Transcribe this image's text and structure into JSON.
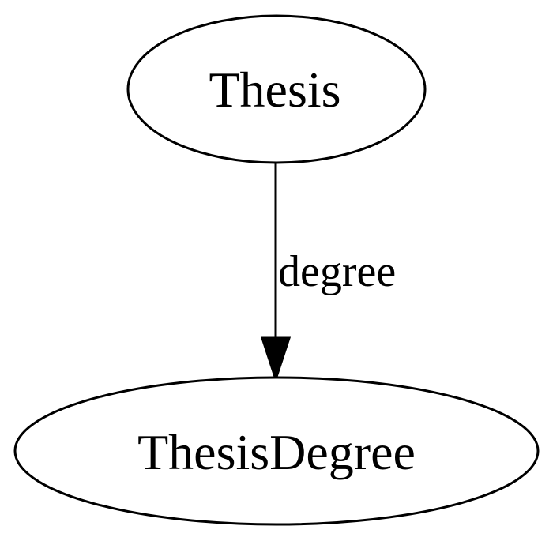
{
  "nodes": {
    "thesis": {
      "label": "Thesis"
    },
    "thesis_degree": {
      "label": "ThesisDegree"
    }
  },
  "edges": {
    "degree": {
      "label": "degree"
    }
  },
  "colors": {
    "stroke": "#000000",
    "background": "#ffffff"
  }
}
